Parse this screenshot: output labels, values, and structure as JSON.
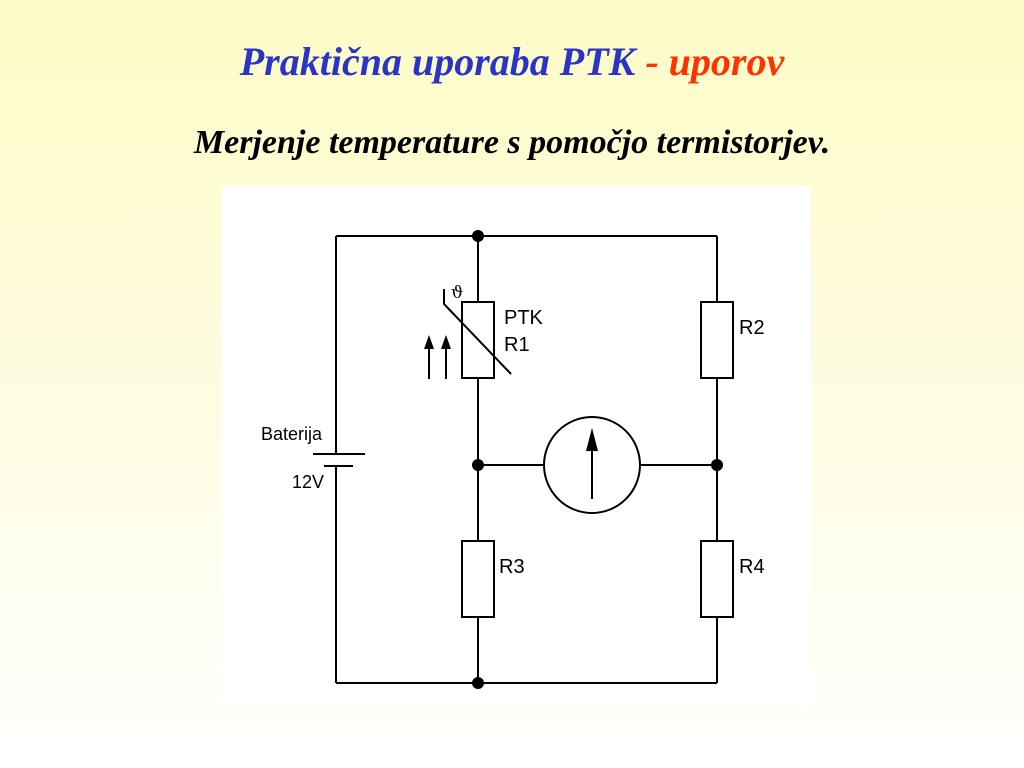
{
  "slide": {
    "title_main": "Praktična uporaba PTK",
    "title_sep": " - ",
    "title_accent": "uporov",
    "subtitle": "Merjenje temperature s pomočjo termistorjev."
  },
  "colors": {
    "title_blue": "#2b34c8",
    "title_red": "#ff3300",
    "subtitle": "#000000",
    "wire": "#000000"
  },
  "circuit": {
    "battery_label": "Baterija",
    "battery_voltage": "12V",
    "r1_type": "PTK",
    "r1_name": "R1",
    "temp_symbol": "ϑ",
    "r2_name": "R2",
    "r3_name": "R3",
    "r4_name": "R4"
  }
}
